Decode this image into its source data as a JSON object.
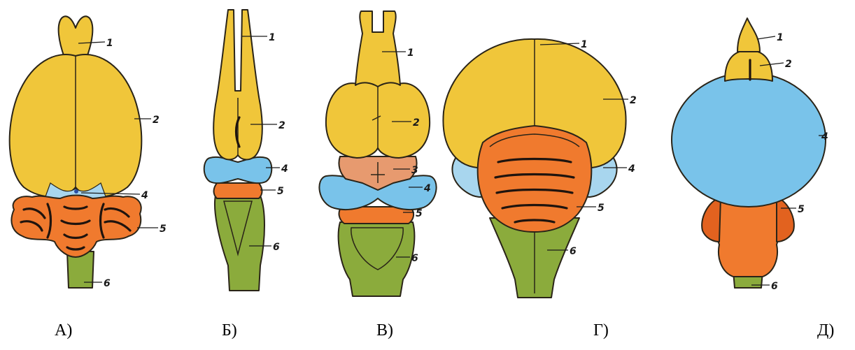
{
  "colors": {
    "forebrain": "#f0c63a",
    "midbrain": "#e79a6f",
    "diencephalon_dot": "#2b4fa3",
    "cerebellum_light": "#a8d6ee",
    "cerebellum_blue": "#79c3ea",
    "hindbrain_orange": "#f07a2e",
    "hindbrain_dark_orange": "#e2621f",
    "medulla": "#8bab3c",
    "outline": "#2a2418"
  },
  "panels": [
    {
      "caption": "А)",
      "labels": [
        "1",
        "2",
        "4",
        "5",
        "6"
      ]
    },
    {
      "caption": "Б)",
      "labels": [
        "1",
        "2",
        "4",
        "5",
        "6"
      ]
    },
    {
      "caption": "В)",
      "labels": [
        "1",
        "2",
        "3",
        "4",
        "5",
        "6"
      ]
    },
    {
      "caption": "Г)",
      "labels": [
        "1",
        "2",
        "4",
        "5",
        "6"
      ]
    },
    {
      "caption": "Д)",
      "labels": [
        "1",
        "2",
        "4",
        "5",
        "6"
      ]
    }
  ]
}
